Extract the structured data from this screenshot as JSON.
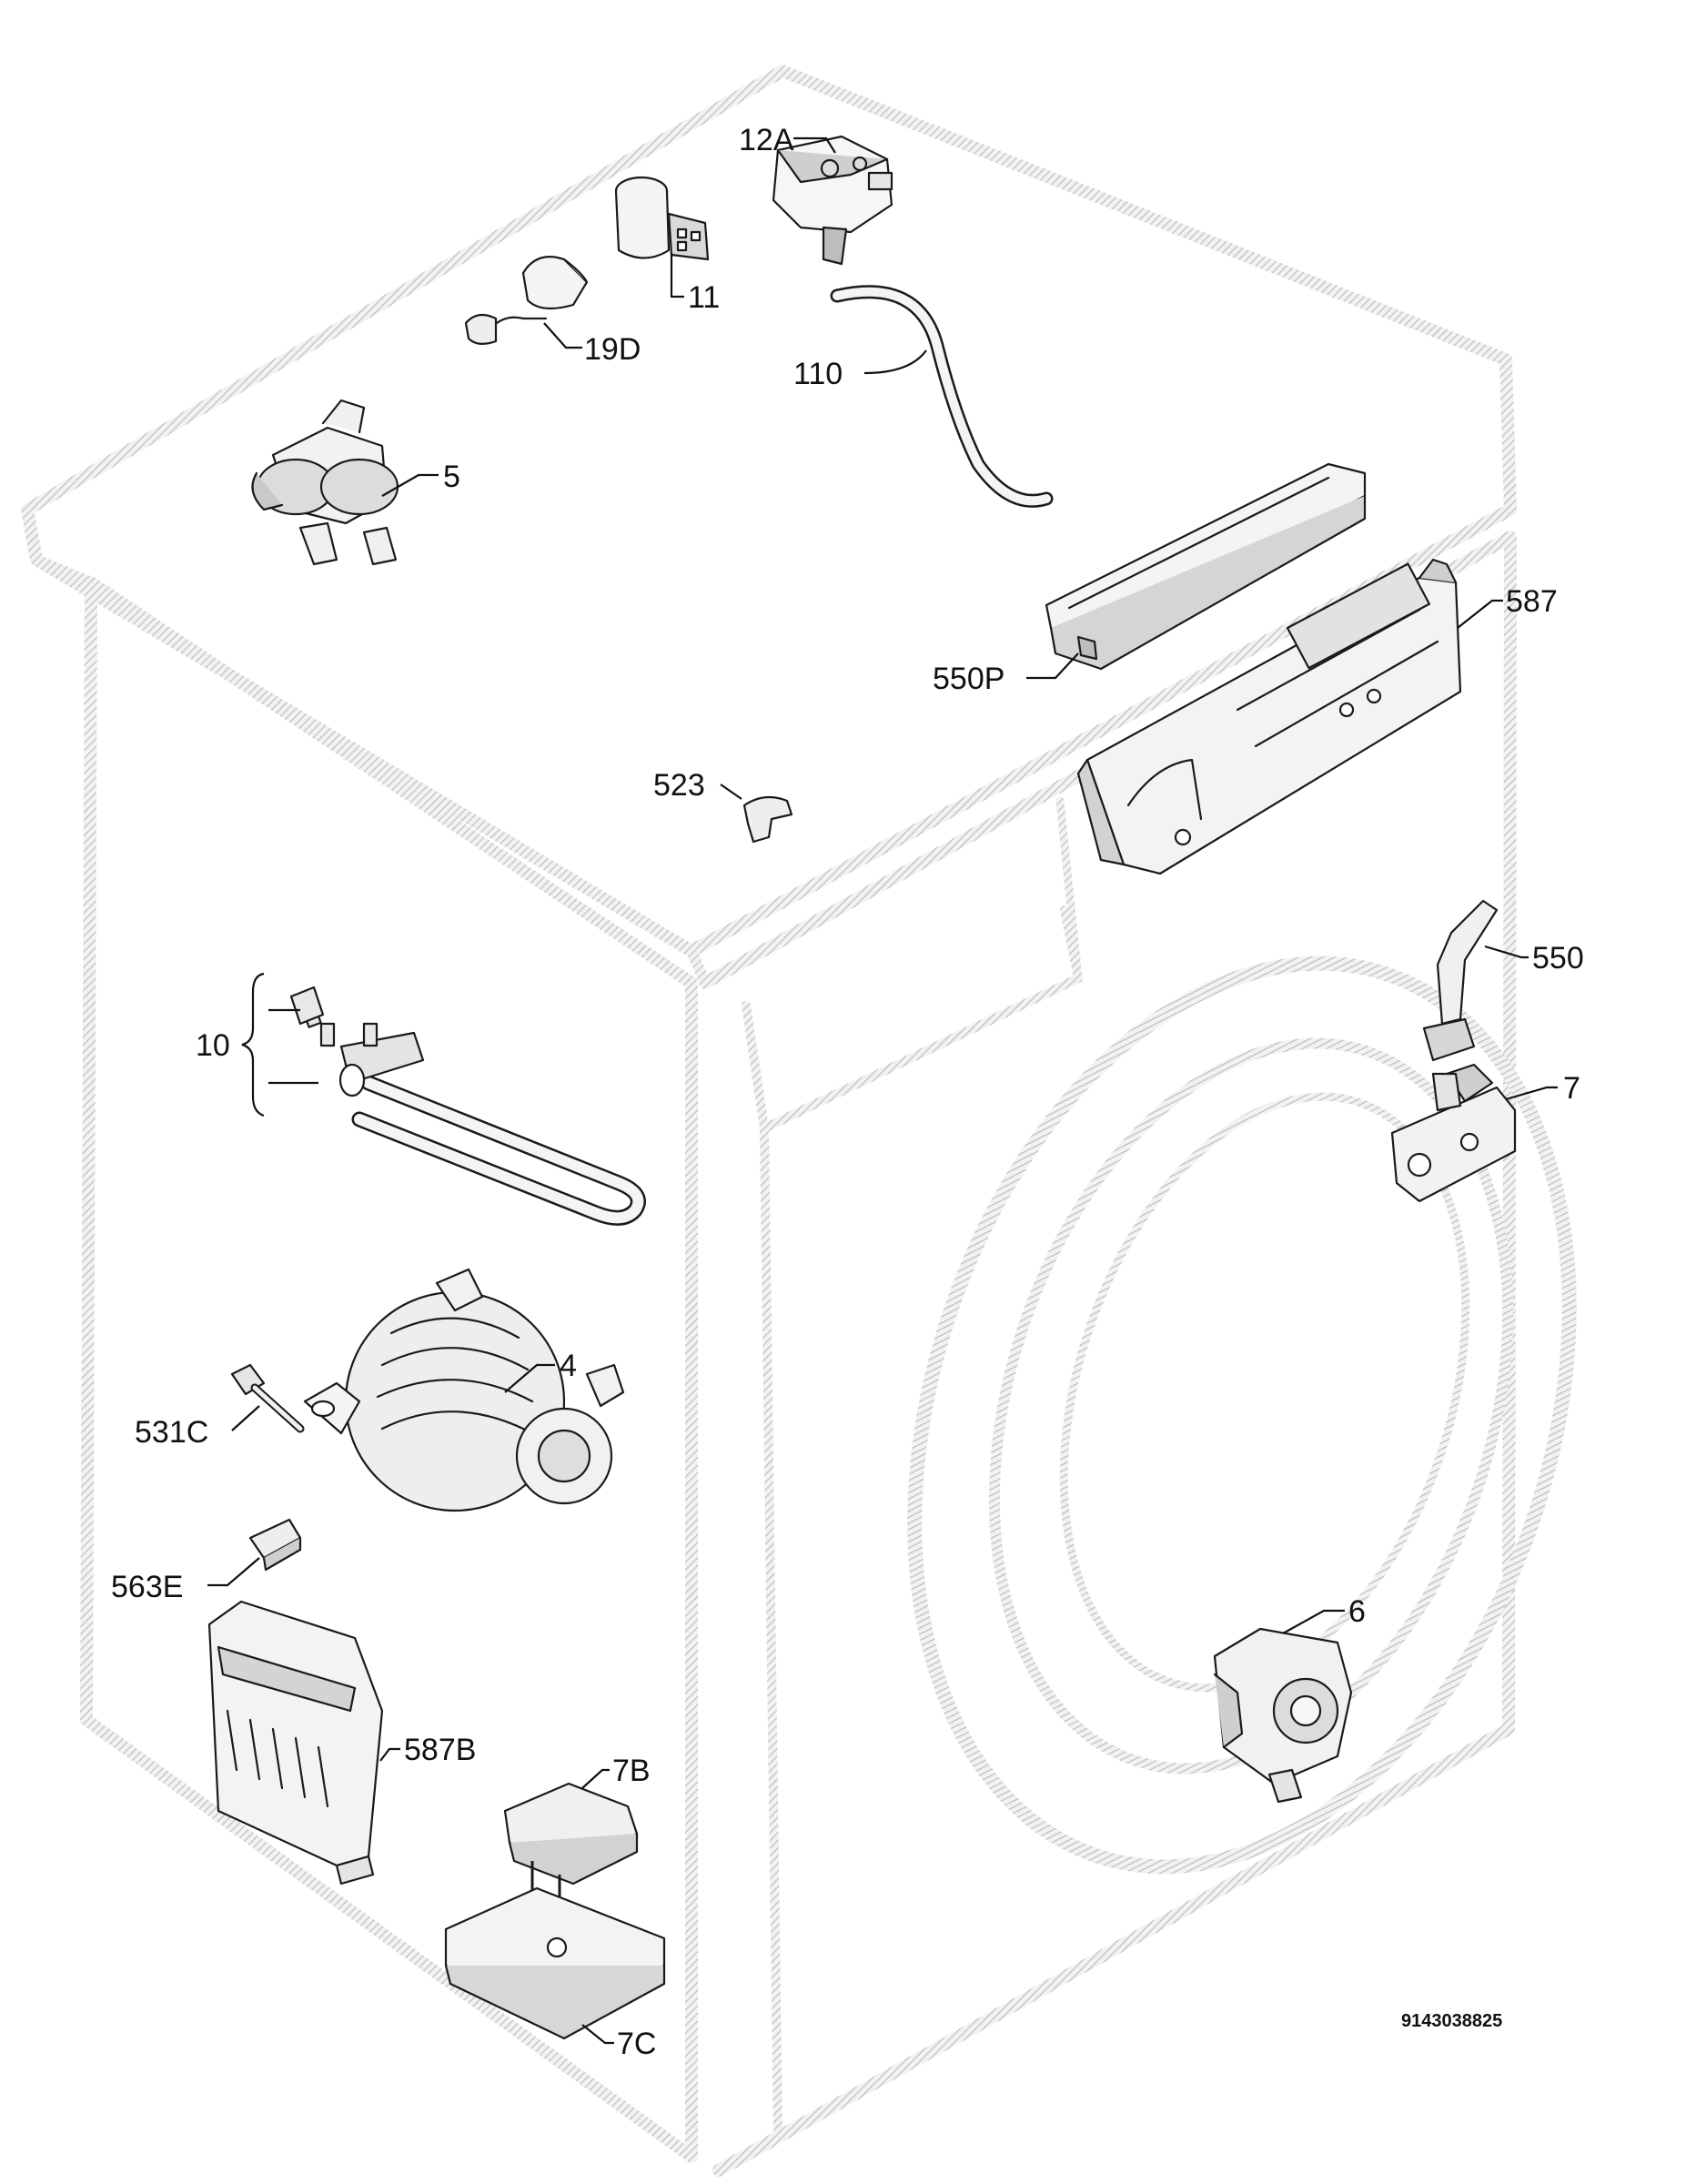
{
  "colors": {
    "cabinet_hatch": "#c8c8c8",
    "cabinet_light": "#e8e8e8",
    "part_line": "#1a1a1a",
    "part_fill": "#f6f6f6",
    "part_shade": "#bdbdbd",
    "text": "#111111"
  },
  "labels": {
    "p12A": "12A",
    "p11": "11",
    "p19D": "19D",
    "p110": "110",
    "p5": "5",
    "p587": "587",
    "p550P": "550P",
    "p523": "523",
    "p550": "550",
    "p10": "10",
    "p7": "7",
    "p4": "4",
    "p531C": "531C",
    "p563E": "563E",
    "p6": "6",
    "p587B": "587B",
    "p7B": "7B",
    "p7C": "7C"
  },
  "document_number": "9143038825"
}
